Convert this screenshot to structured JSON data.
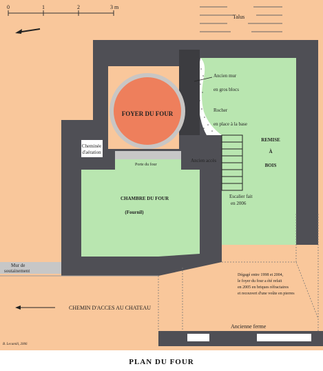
{
  "scale": {
    "ticks": [
      "0",
      "1",
      "2",
      "3 m"
    ]
  },
  "labels": {
    "talus": "Talus",
    "ancien_mur_1": "Ancien mur",
    "ancien_mur_2": "en gros blocs",
    "rocher_1": "Rocher",
    "rocher_2": "en place à la base",
    "foyer": "FOYER DU FOUR",
    "cheminee_1": "Cheminée",
    "cheminee_2": "d'aération",
    "porte": "Porte du four",
    "ancien_acces": "Ancien accès",
    "remise_1": "REMISE",
    "remise_2": "À",
    "remise_3": "BOIS",
    "escalier_1": "Escalier fait",
    "escalier_2": "en 2006",
    "chambre_1": "CHAMBRE DU FOUR",
    "chambre_2": "(Fournil)",
    "mur_1": "Mur de",
    "mur_2": "soutainement",
    "degage_1": "Dégagé entre 1998 et 2004,",
    "degage_2": "le foyer du four a été refait",
    "degage_3": "en 2005 en briques réfractaires",
    "degage_4": "et recouvert d'une voûte en pierres",
    "chemin": "CHEMIN D'ACCES AU CHATEAU",
    "ancienne_ferme": "Ancienne ferme",
    "author": "B. Lecamili, 2006"
  },
  "title": "PLAN DU FOUR",
  "colors": {
    "ground": "#f9c79b",
    "wall": "#4f4f55",
    "room": "#b9e6b0",
    "foyer": "#ee7f5c",
    "foyer_ring": "#c9c6c4",
    "grey_band": "#c7c7c7"
  }
}
